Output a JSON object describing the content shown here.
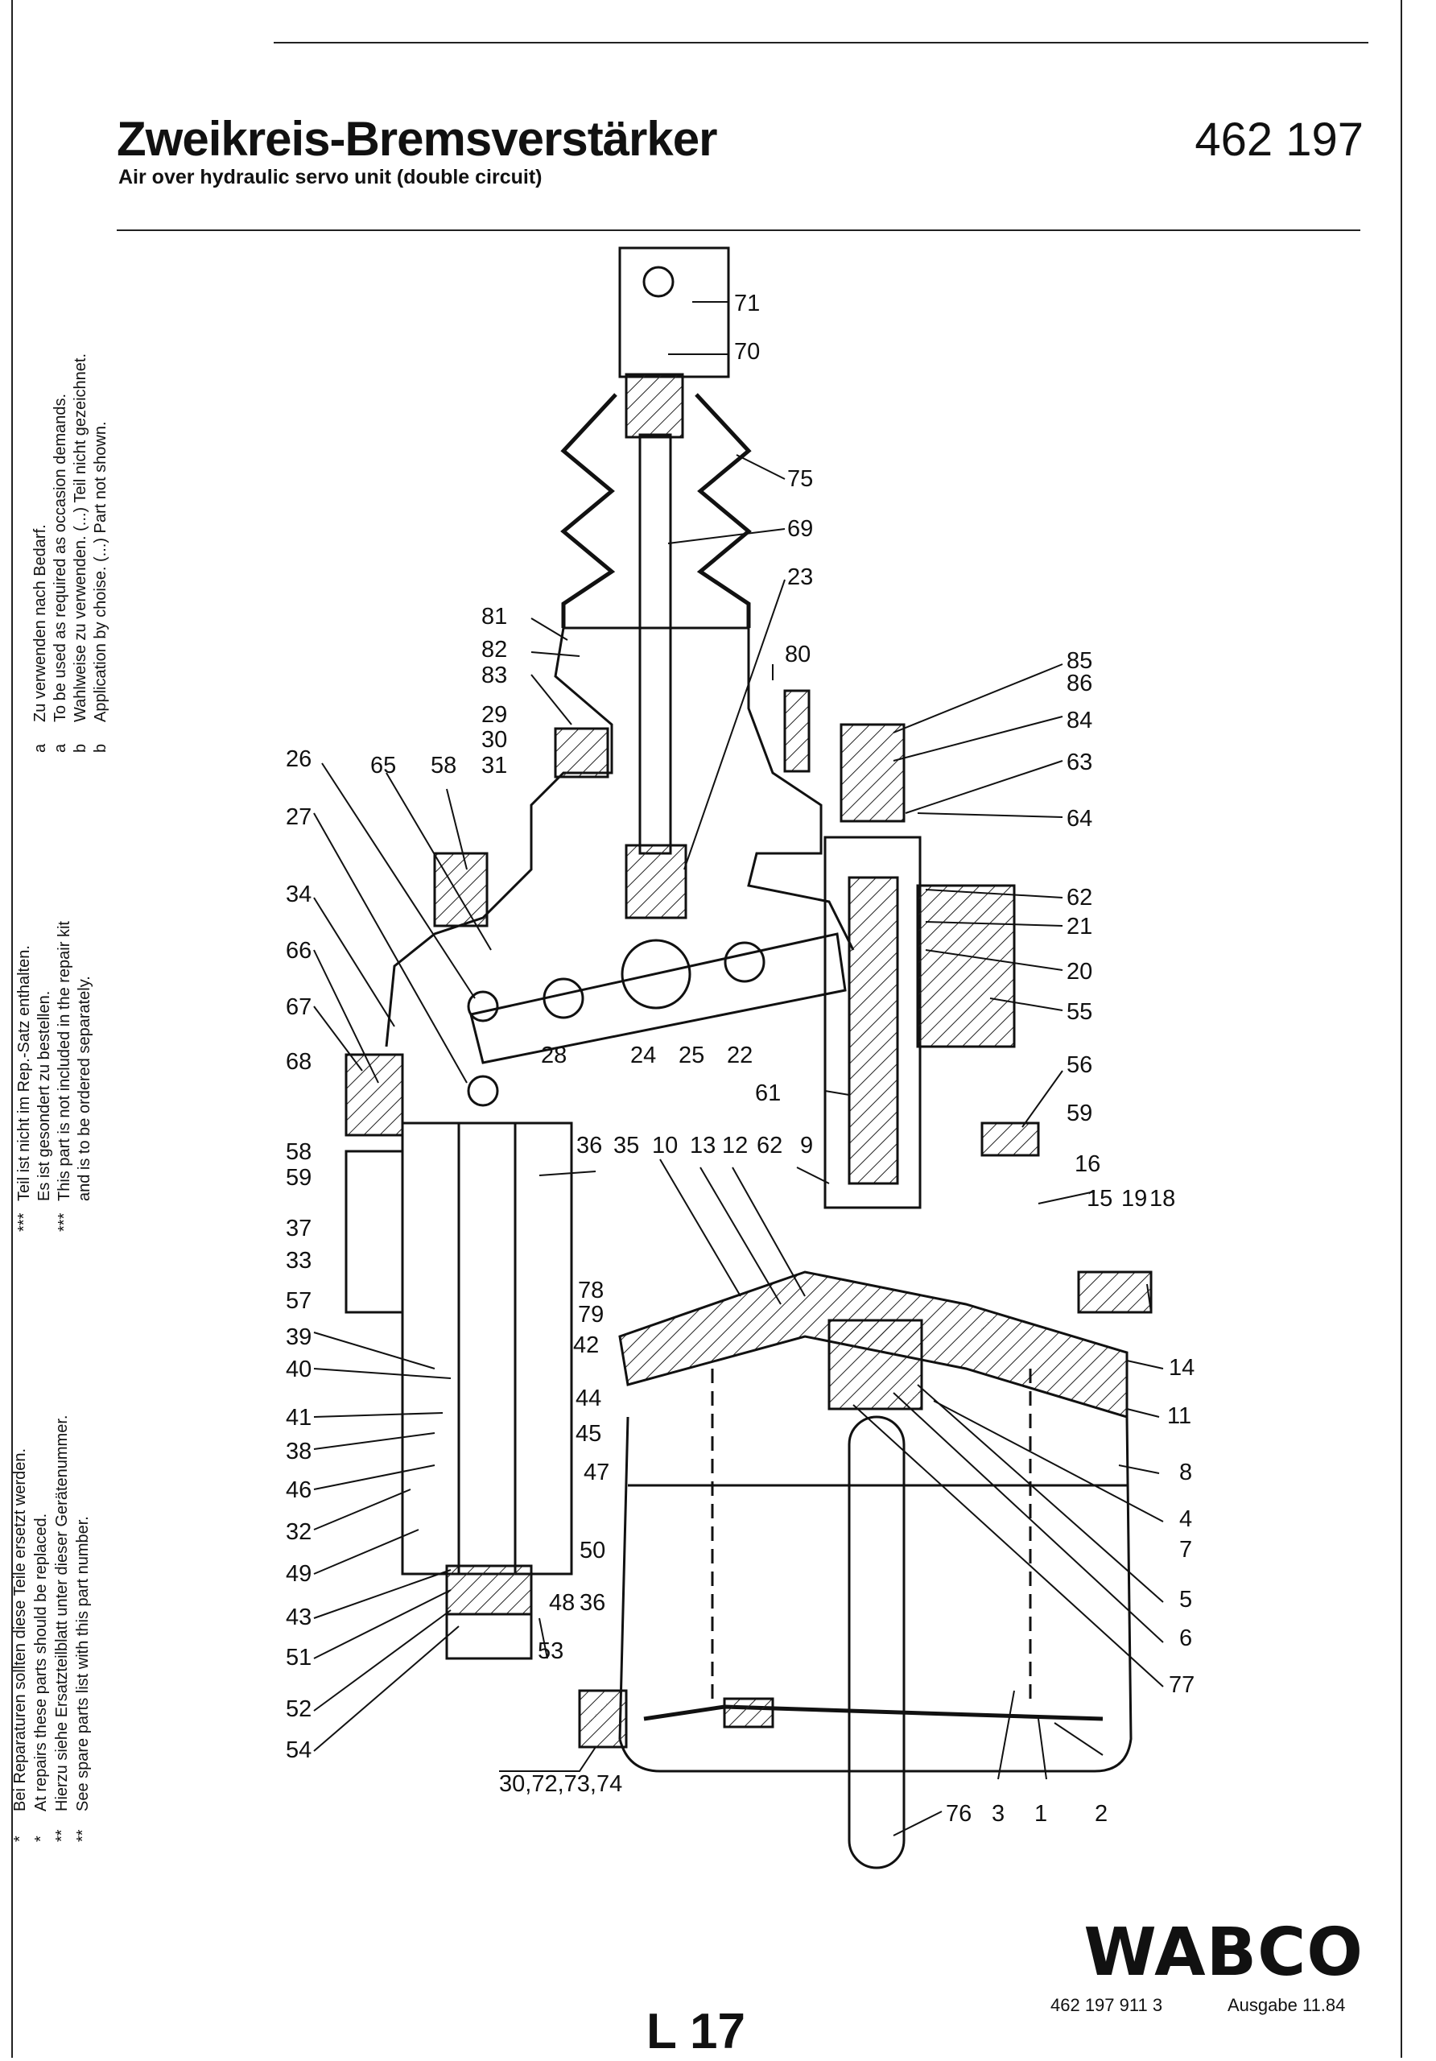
{
  "header": {
    "title": "Zweikreis-Bremsverstärker",
    "subtitle": "Air over hydraulic servo unit (double circuit)",
    "part_number": "462 197"
  },
  "notes_top": [
    {
      "mark": "a",
      "text": "Zu verwenden nach Bedarf."
    },
    {
      "mark": "a",
      "text": "To be used as required as occasion demands."
    },
    {
      "mark": "b",
      "text": "Wahlweise zu verwenden.   (...) Teil nicht gezeichnet."
    },
    {
      "mark": "b",
      "text": "Application by choise.      (...) Part not shown."
    }
  ],
  "notes_mid": [
    {
      "mark": "***",
      "text": "Teil ist nicht im Rep.-Satz enthalten."
    },
    {
      "mark": "",
      "text": "Es ist gesondert zu bestellen."
    },
    {
      "mark": "***",
      "text": "This part  is not included in the repair kit"
    },
    {
      "mark": "",
      "text": "and is to be ordered separately."
    }
  ],
  "notes_bottom": [
    {
      "mark": "*",
      "text": "Bei Reparaturen sollten diese Teile ersetzt werden."
    },
    {
      "mark": "*",
      "text": "At repairs these parts should be replaced."
    },
    {
      "mark": "**",
      "text": "Hierzu siehe Ersatzteilblatt unter dieser Gerätenummer."
    },
    {
      "mark": "**",
      "text": "See spare parts list with this part number."
    }
  ],
  "callouts": {
    "c71": "71",
    "c70": "70",
    "c75": "75",
    "c69": "69",
    "c23": "23",
    "c81": "81",
    "c82": "82",
    "c83": "83",
    "c80": "80",
    "c29": "29",
    "c30": "30",
    "c31": "31",
    "c26": "26",
    "c65": "65",
    "c58a": "58",
    "c27": "27",
    "c34": "34",
    "c66": "66",
    "c67": "67",
    "c68": "68",
    "c58b": "58",
    "c59a": "59",
    "c37": "37",
    "c33": "33",
    "c57": "57",
    "c39": "39",
    "c40": "40",
    "c41": "41",
    "c38": "38",
    "c46": "46",
    "c32": "32",
    "c49": "49",
    "c43": "43",
    "c51": "51",
    "c52": "52",
    "c54": "54",
    "c85": "85",
    "c86": "86",
    "c84": "84",
    "c63": "63",
    "c64": "64",
    "c62a": "62",
    "c21": "21",
    "c20": "20",
    "c55": "55",
    "c56": "56",
    "c59b": "59",
    "c16": "16",
    "c15": "15",
    "c19": "19",
    "c18": "18",
    "c14": "14",
    "c11": "11",
    "c8": "8",
    "c4": "4",
    "c7": "7",
    "c5": "5",
    "c6": "6",
    "c77": "77",
    "c2": "2",
    "c1": "1",
    "c3": "3",
    "c76": "76",
    "c28": "28",
    "c24": "24",
    "c25": "25",
    "c22": "22",
    "c61": "61",
    "c36a": "36",
    "c35": "35",
    "c10": "10",
    "c13": "13",
    "c12": "12",
    "c62b": "62",
    "c9": "9",
    "c78": "78",
    "c79": "79",
    "c42": "42",
    "c44": "44",
    "c45": "45",
    "c47": "47",
    "c50": "50",
    "c48": "48",
    "c36b": "36",
    "c53": "53",
    "c30group": "30,72,73,74"
  },
  "footer": {
    "brand": "WABCO",
    "doc_number": "462 197 911 3",
    "edition": "Ausgabe 11.84",
    "page": "L 17"
  }
}
